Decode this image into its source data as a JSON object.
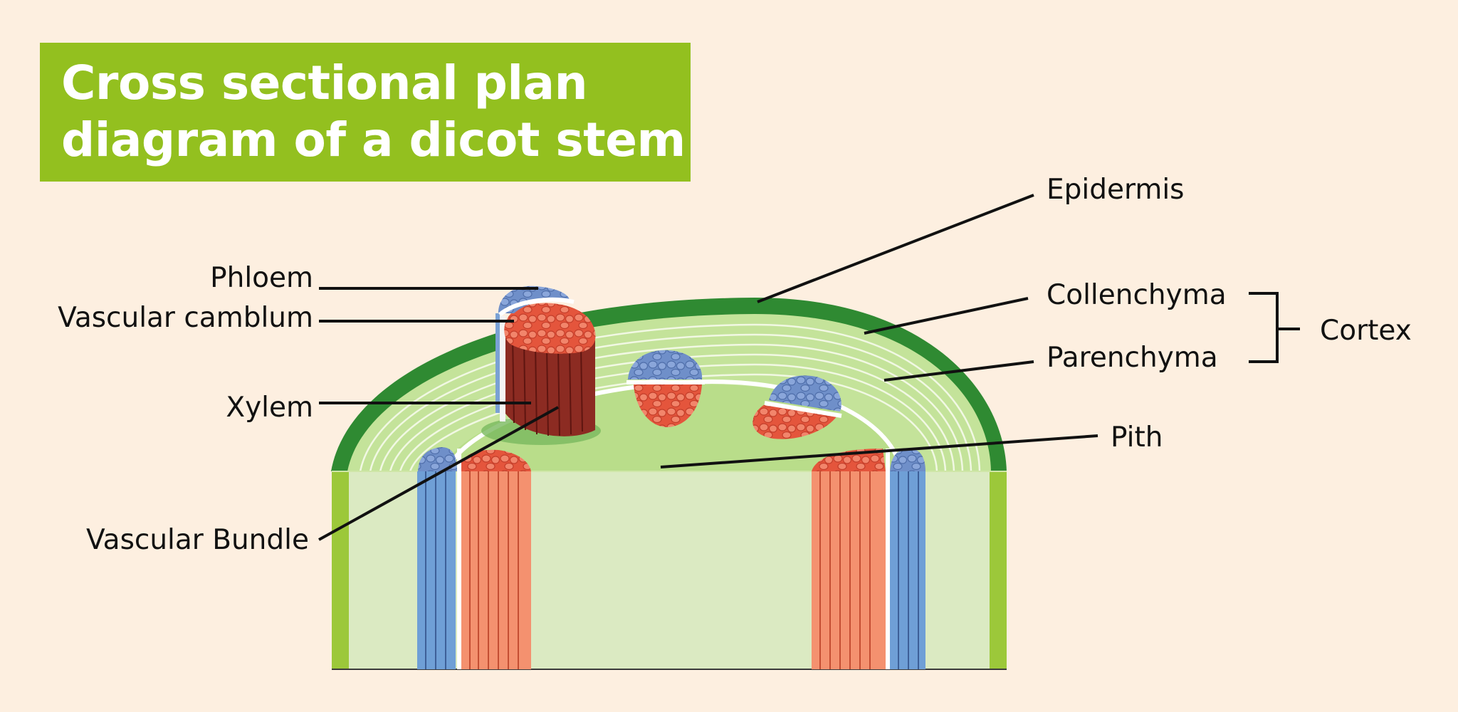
{
  "title": {
    "line1": "Cross sectional plan",
    "line2": "diagram of a dicot stem"
  },
  "labels": {
    "phloem": "Phloem",
    "vascular_cambium": "Vascular camblum",
    "xylem": "Xylem",
    "vascular_bundle": "Vascular Bundle",
    "epidermis": "Epidermis",
    "collenchyma": "Collenchyma",
    "parenchyma": "Parenchyma",
    "cortex": "Cortex",
    "pith": "Pith"
  },
  "colors": {
    "background": "#fdefe0",
    "title_bg": "#93c01f",
    "epidermis": "#2f8a32",
    "cortex": "#c4e39a",
    "pith": "#b9dd8a",
    "section_face": "#dbeac2",
    "phloem": "#6f8fc9",
    "xylem": "#ee6a50",
    "xylem_column": "#8c2b22",
    "leader_line": "#111111"
  }
}
